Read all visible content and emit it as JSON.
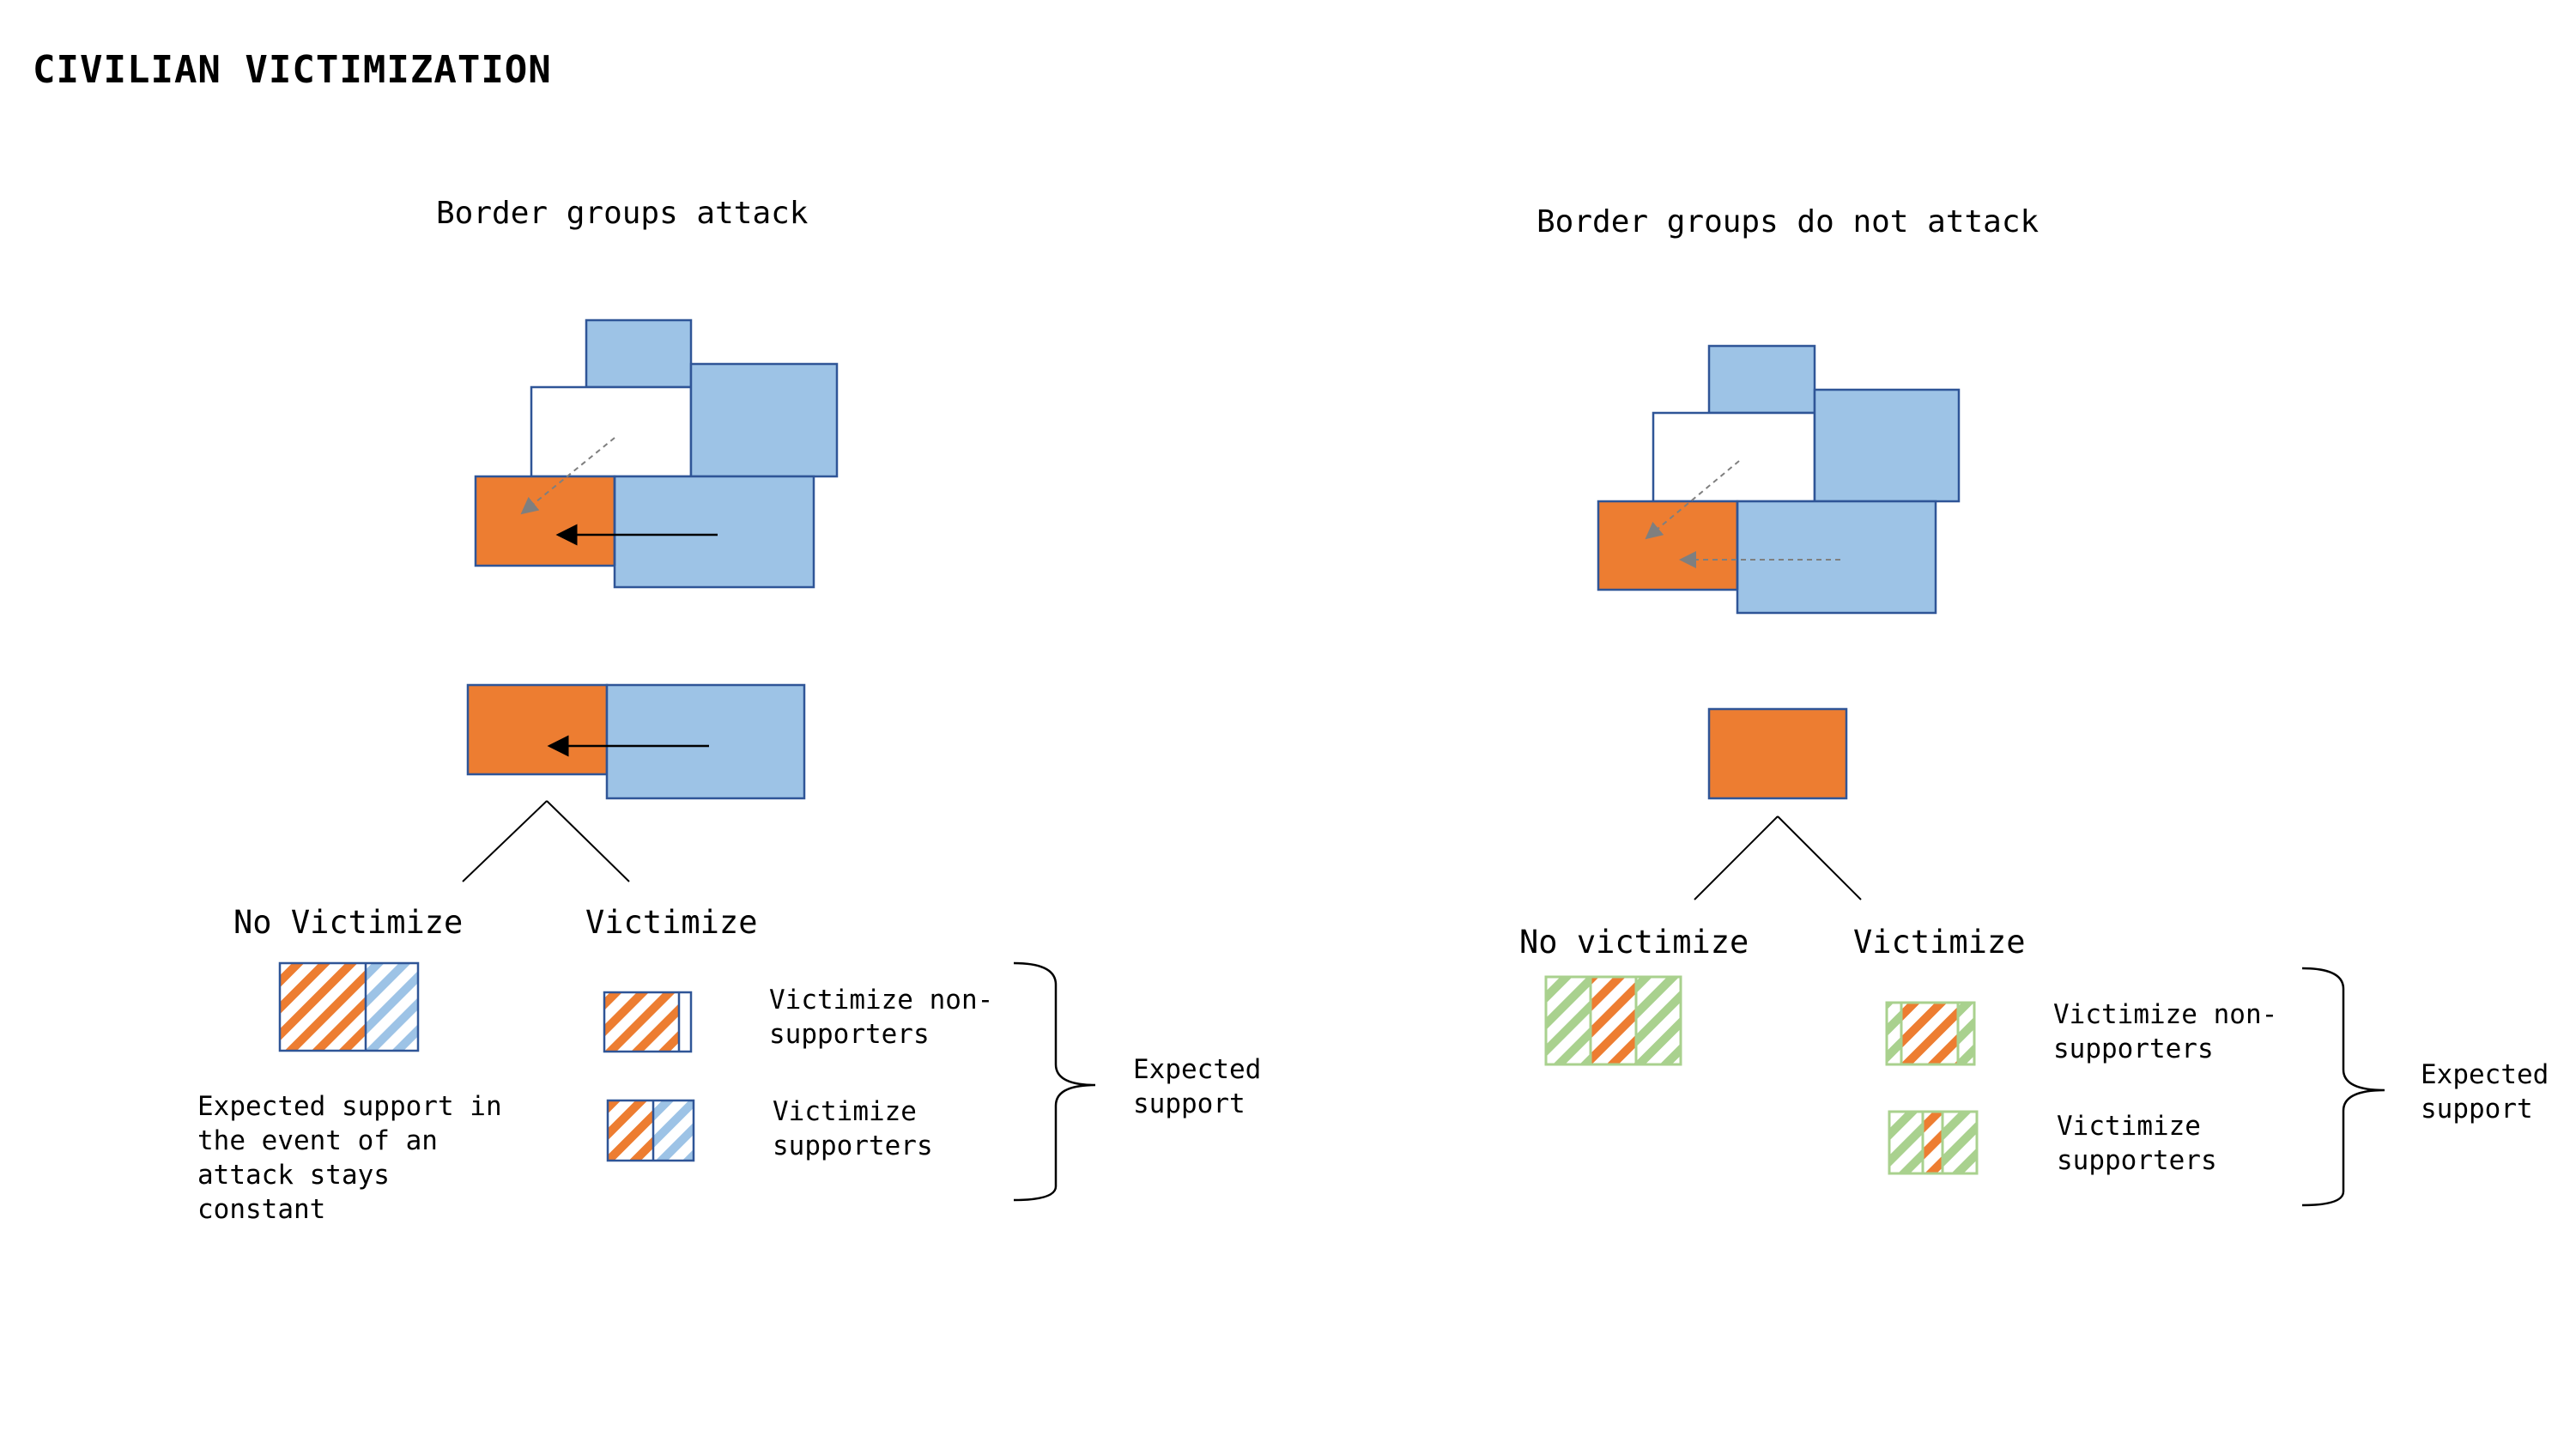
{
  "title": "CIVILIAN VICTIMIZATION",
  "colors": {
    "government_orange": "#ED7D31",
    "rebel_blue": "#9DC3E6",
    "outline_blue": "#2F5597",
    "no_attack_green": "#A9D18E"
  },
  "panels": {
    "attack": {
      "heading": "Border groups attack",
      "branch_left": "No Victimize",
      "branch_right": "Victimize",
      "note_lines": [
        "Expected support in",
        "the event of an",
        "attack stays",
        "constant"
      ],
      "option_non_supporters": [
        "Victimize non-",
        "supporters"
      ],
      "option_supporters": [
        "Victimize",
        "supporters"
      ],
      "expected_support": [
        "Expected",
        "support"
      ]
    },
    "no_attack": {
      "heading": "Border groups do not attack",
      "branch_left": "No victimize",
      "branch_right": "Victimize",
      "option_non_supporters": [
        "Victimize non-",
        "supporters"
      ],
      "option_supporters": [
        "Victimize",
        "supporters"
      ],
      "expected_support": [
        "Expected",
        "support"
      ]
    }
  }
}
